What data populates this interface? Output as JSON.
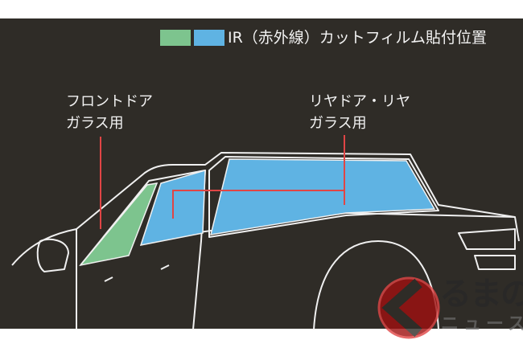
{
  "legend": {
    "text": "IR（赤外線）カットフィルム貼付位置",
    "colors": {
      "front": "#7dc48e",
      "rear": "#5fb3e3"
    }
  },
  "labels": {
    "front_line1": "フロントドア",
    "front_line2": "ガラス用",
    "rear_line1": "リヤドア・リヤ",
    "rear_line2": "ガラス用"
  },
  "logo": {
    "main": "るまの",
    "sub": "ニュース"
  },
  "accent_color": "#e04545"
}
